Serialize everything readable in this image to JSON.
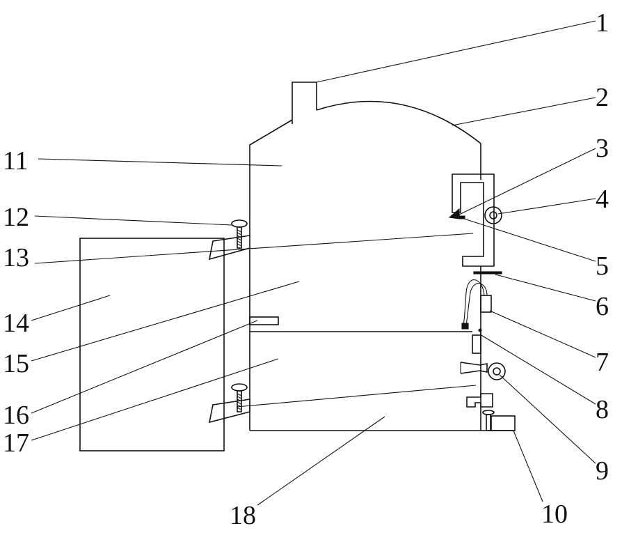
{
  "labels": [
    "1",
    "2",
    "3",
    "4",
    "5",
    "6",
    "7",
    "8",
    "9",
    "10",
    "11",
    "12",
    "13",
    "14",
    "15",
    "16",
    "17",
    "18"
  ]
}
